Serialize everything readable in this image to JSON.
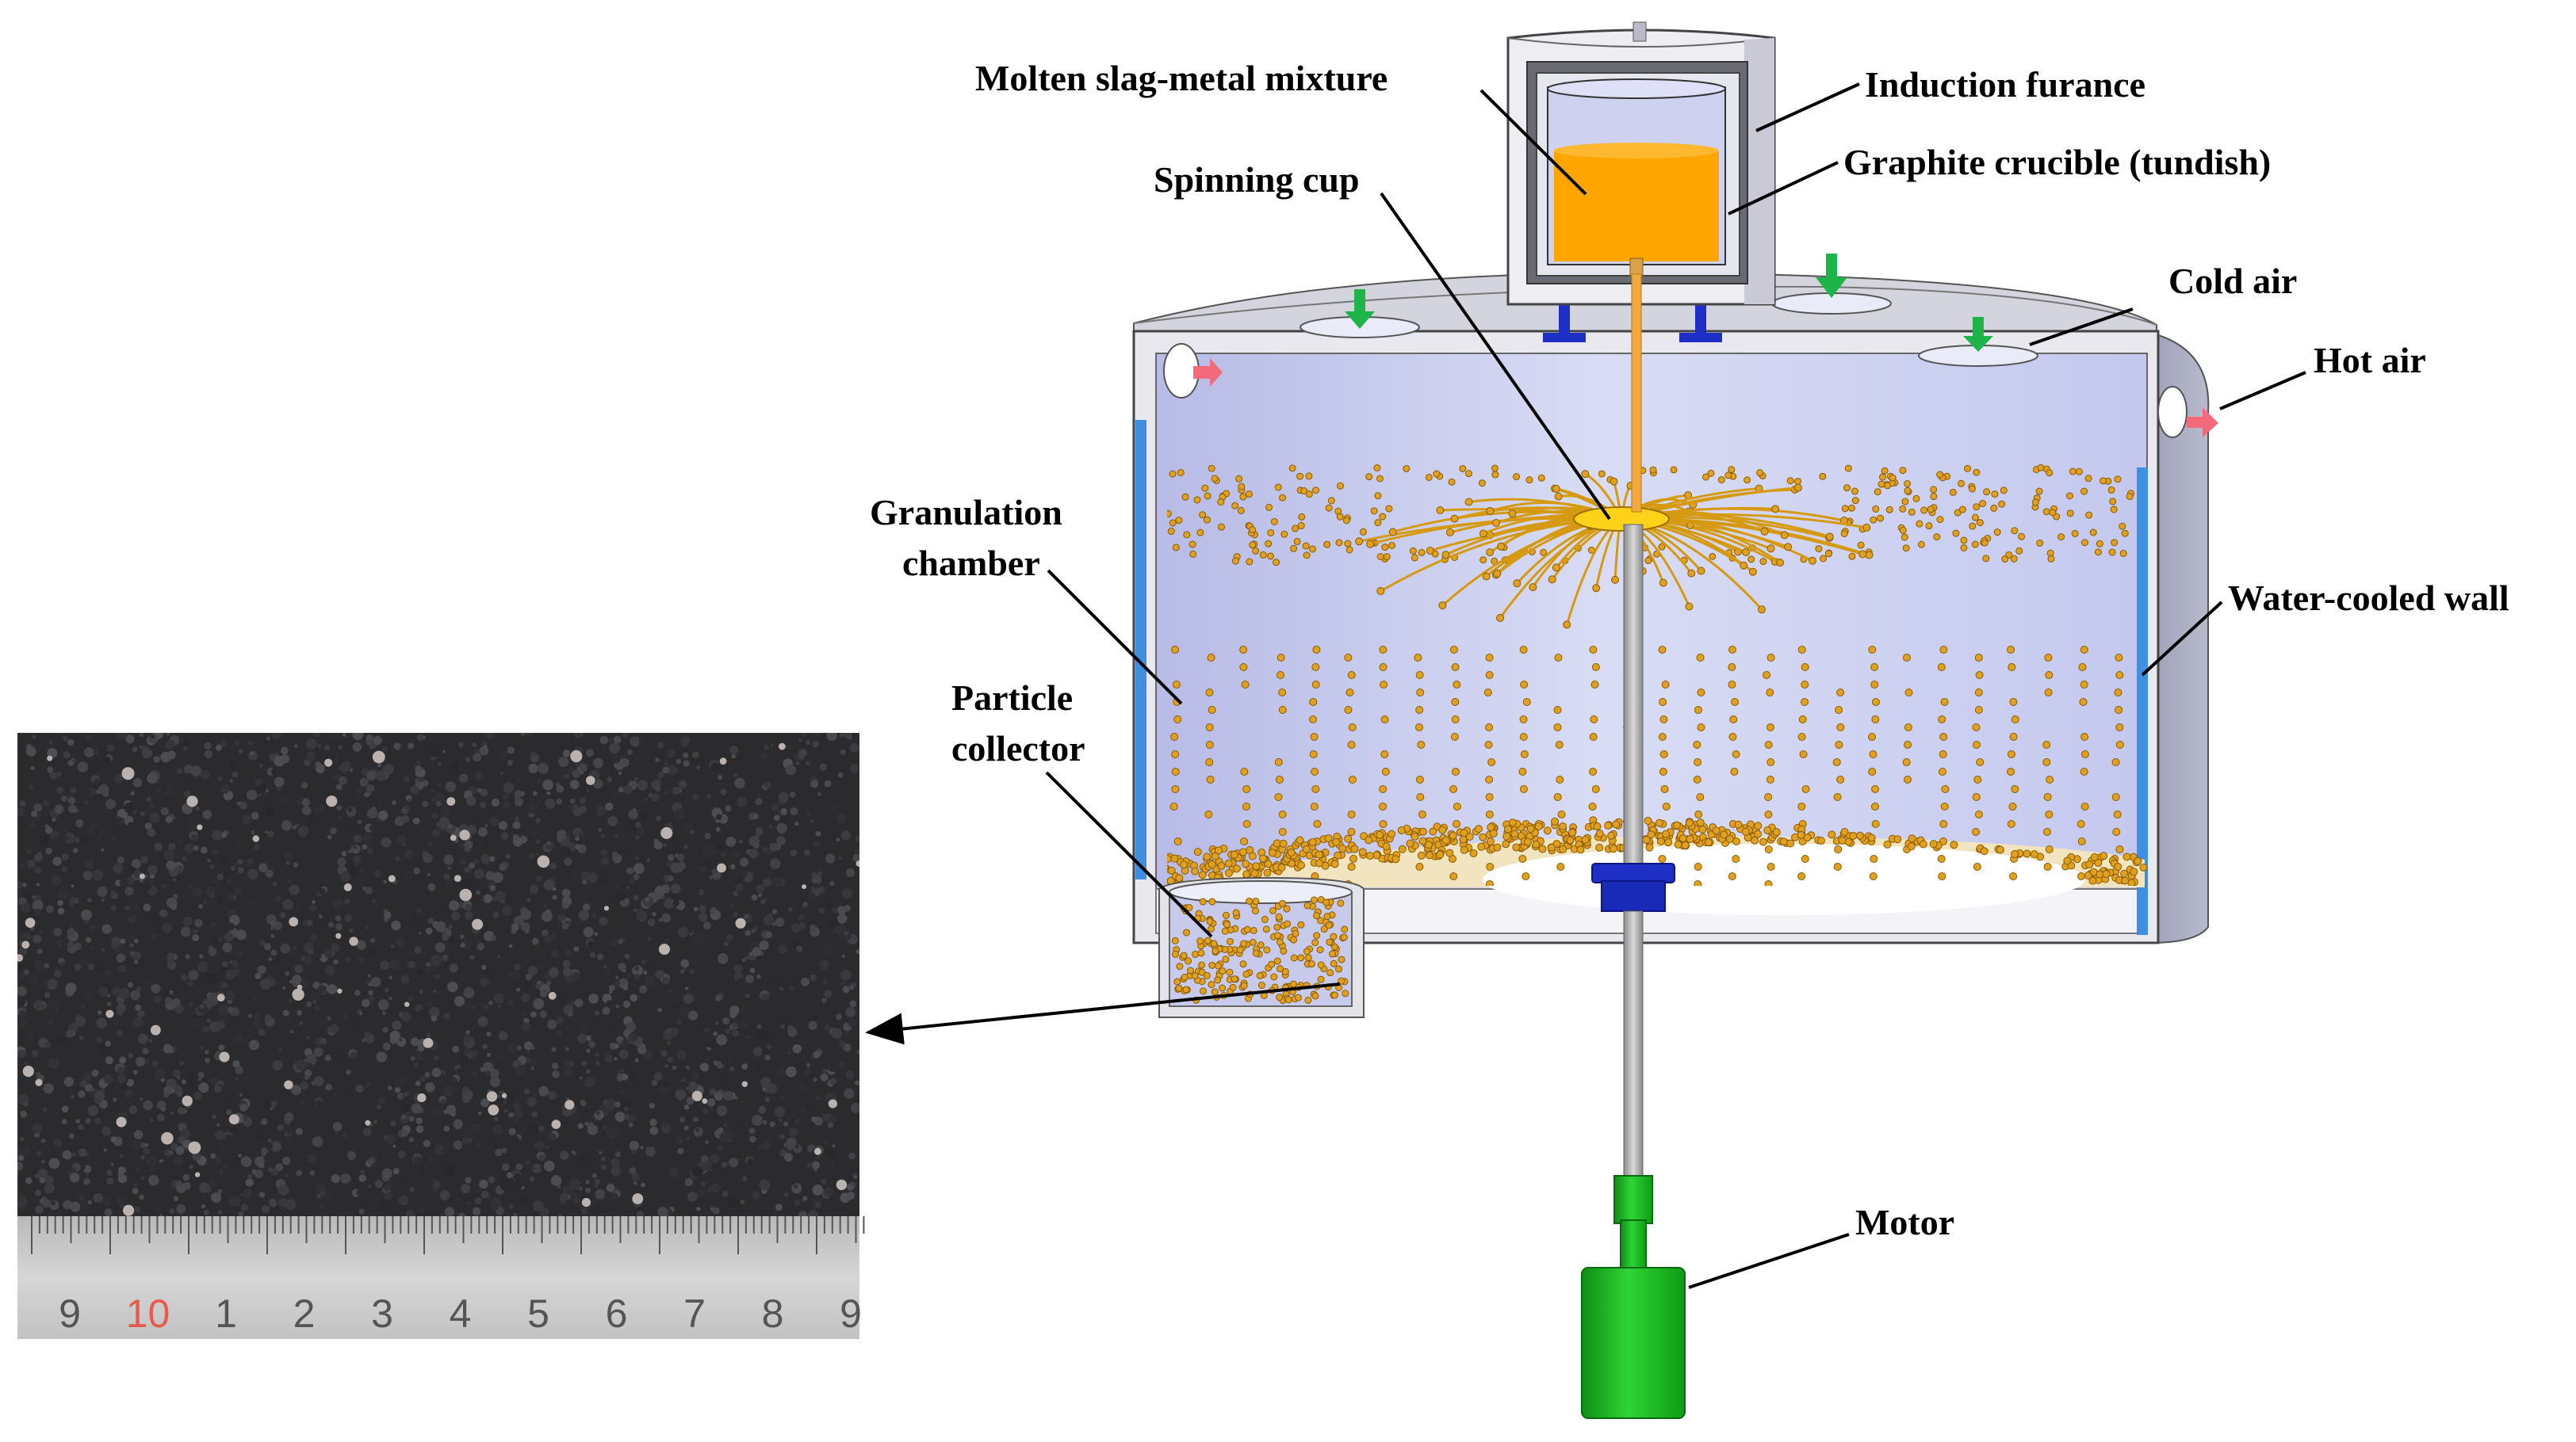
{
  "labels": {
    "molten_mixture": "Molten slag-metal mixture",
    "induction_furnace": "Induction furance",
    "graphite_crucible": "Graphite crucible (tundish)",
    "spinning_cup": "Spinning cup",
    "cold_air": "Cold air",
    "hot_air": "Hot air",
    "granulation_chamber_line1": "Granulation",
    "granulation_chamber_line2": "chamber",
    "water_cooled_wall": "Water-cooled wall",
    "particle_collector_line1": "Particle",
    "particle_collector_line2": "collector",
    "motor": "Motor"
  },
  "ruler_numbers": [
    "9",
    "10",
    "1",
    "2",
    "3",
    "4",
    "5",
    "6",
    "7",
    "8",
    "9"
  ],
  "colors": {
    "molten": "#FFA500",
    "particles": "#E0A020",
    "chamber_fill": "#C8CCEF",
    "water_wall": "#3F8FE0",
    "cold_air_arrow": "#1DB54A",
    "hot_air_arrow": "#F36A7A",
    "motor": "#19B31F",
    "bearing": "#1D2FC4",
    "photo_bg": "#2B2B2E",
    "ruler": "#C9C9C9"
  }
}
